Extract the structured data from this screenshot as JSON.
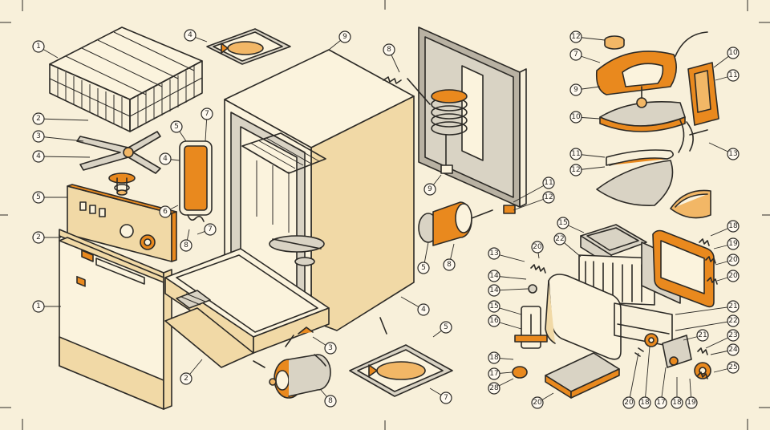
{
  "colors": {
    "background": "#f8f0da",
    "accent_orange": "#e9891e",
    "light_orange": "#f2b766",
    "tan": "#f1d9a6",
    "line": "#2c2a26",
    "grey": "#d9d3c4"
  },
  "callouts": [
    {
      "id": "c1",
      "label": "1"
    },
    {
      "id": "c2",
      "label": "2"
    },
    {
      "id": "c3",
      "label": "3"
    },
    {
      "id": "c4",
      "label": "4"
    },
    {
      "id": "c5",
      "label": "5"
    },
    {
      "id": "c6",
      "label": "2"
    },
    {
      "id": "c7",
      "label": "1"
    },
    {
      "id": "c8",
      "label": "4"
    },
    {
      "id": "c9",
      "label": "9"
    },
    {
      "id": "c10",
      "label": "5"
    },
    {
      "id": "c11",
      "label": "7"
    },
    {
      "id": "c12",
      "label": "4"
    },
    {
      "id": "c13",
      "label": "6"
    },
    {
      "id": "c14",
      "label": "8"
    },
    {
      "id": "c15",
      "label": "7"
    },
    {
      "id": "c16",
      "label": "2"
    },
    {
      "id": "c17",
      "label": "3"
    },
    {
      "id": "c18",
      "label": "8"
    },
    {
      "id": "c19",
      "label": "4"
    },
    {
      "id": "c20",
      "label": "5"
    },
    {
      "id": "c21",
      "label": "7"
    },
    {
      "id": "c22",
      "label": "8"
    },
    {
      "id": "c23",
      "label": "9"
    },
    {
      "id": "c24",
      "label": "11"
    },
    {
      "id": "c25",
      "label": "12"
    },
    {
      "id": "c26",
      "label": "5"
    },
    {
      "id": "c27",
      "label": "8"
    },
    {
      "id": "c28",
      "label": "12"
    },
    {
      "id": "c29",
      "label": "7"
    },
    {
      "id": "c30",
      "label": "9"
    },
    {
      "id": "c31",
      "label": "10"
    },
    {
      "id": "c32",
      "label": "11"
    },
    {
      "id": "c33",
      "label": "12"
    },
    {
      "id": "c34",
      "label": "10"
    },
    {
      "id": "c35",
      "label": "11"
    },
    {
      "id": "c36",
      "label": "13"
    },
    {
      "id": "c37",
      "label": "15"
    },
    {
      "id": "c38",
      "label": "20"
    },
    {
      "id": "c39",
      "label": "22"
    },
    {
      "id": "c40",
      "label": "13"
    },
    {
      "id": "c41",
      "label": "14"
    },
    {
      "id": "c42",
      "label": "14"
    },
    {
      "id": "c43",
      "label": "15"
    },
    {
      "id": "c44",
      "label": "16"
    },
    {
      "id": "c45",
      "label": "18"
    },
    {
      "id": "c46",
      "label": "17"
    },
    {
      "id": "c47",
      "label": "28"
    },
    {
      "id": "c48",
      "label": "18"
    },
    {
      "id": "c49",
      "label": "19"
    },
    {
      "id": "c50",
      "label": "20"
    },
    {
      "id": "c51",
      "label": "20"
    },
    {
      "id": "c52",
      "label": "21"
    },
    {
      "id": "c53",
      "label": "22"
    },
    {
      "id": "c54",
      "label": "21"
    },
    {
      "id": "c55",
      "label": "23"
    },
    {
      "id": "c56",
      "label": "24"
    },
    {
      "id": "c57",
      "label": "25"
    },
    {
      "id": "c58",
      "label": "20"
    },
    {
      "id": "c59",
      "label": "20"
    },
    {
      "id": "c60",
      "label": "18"
    },
    {
      "id": "c61",
      "label": "17"
    },
    {
      "id": "c62",
      "label": "18"
    },
    {
      "id": "c63",
      "label": "19"
    }
  ]
}
